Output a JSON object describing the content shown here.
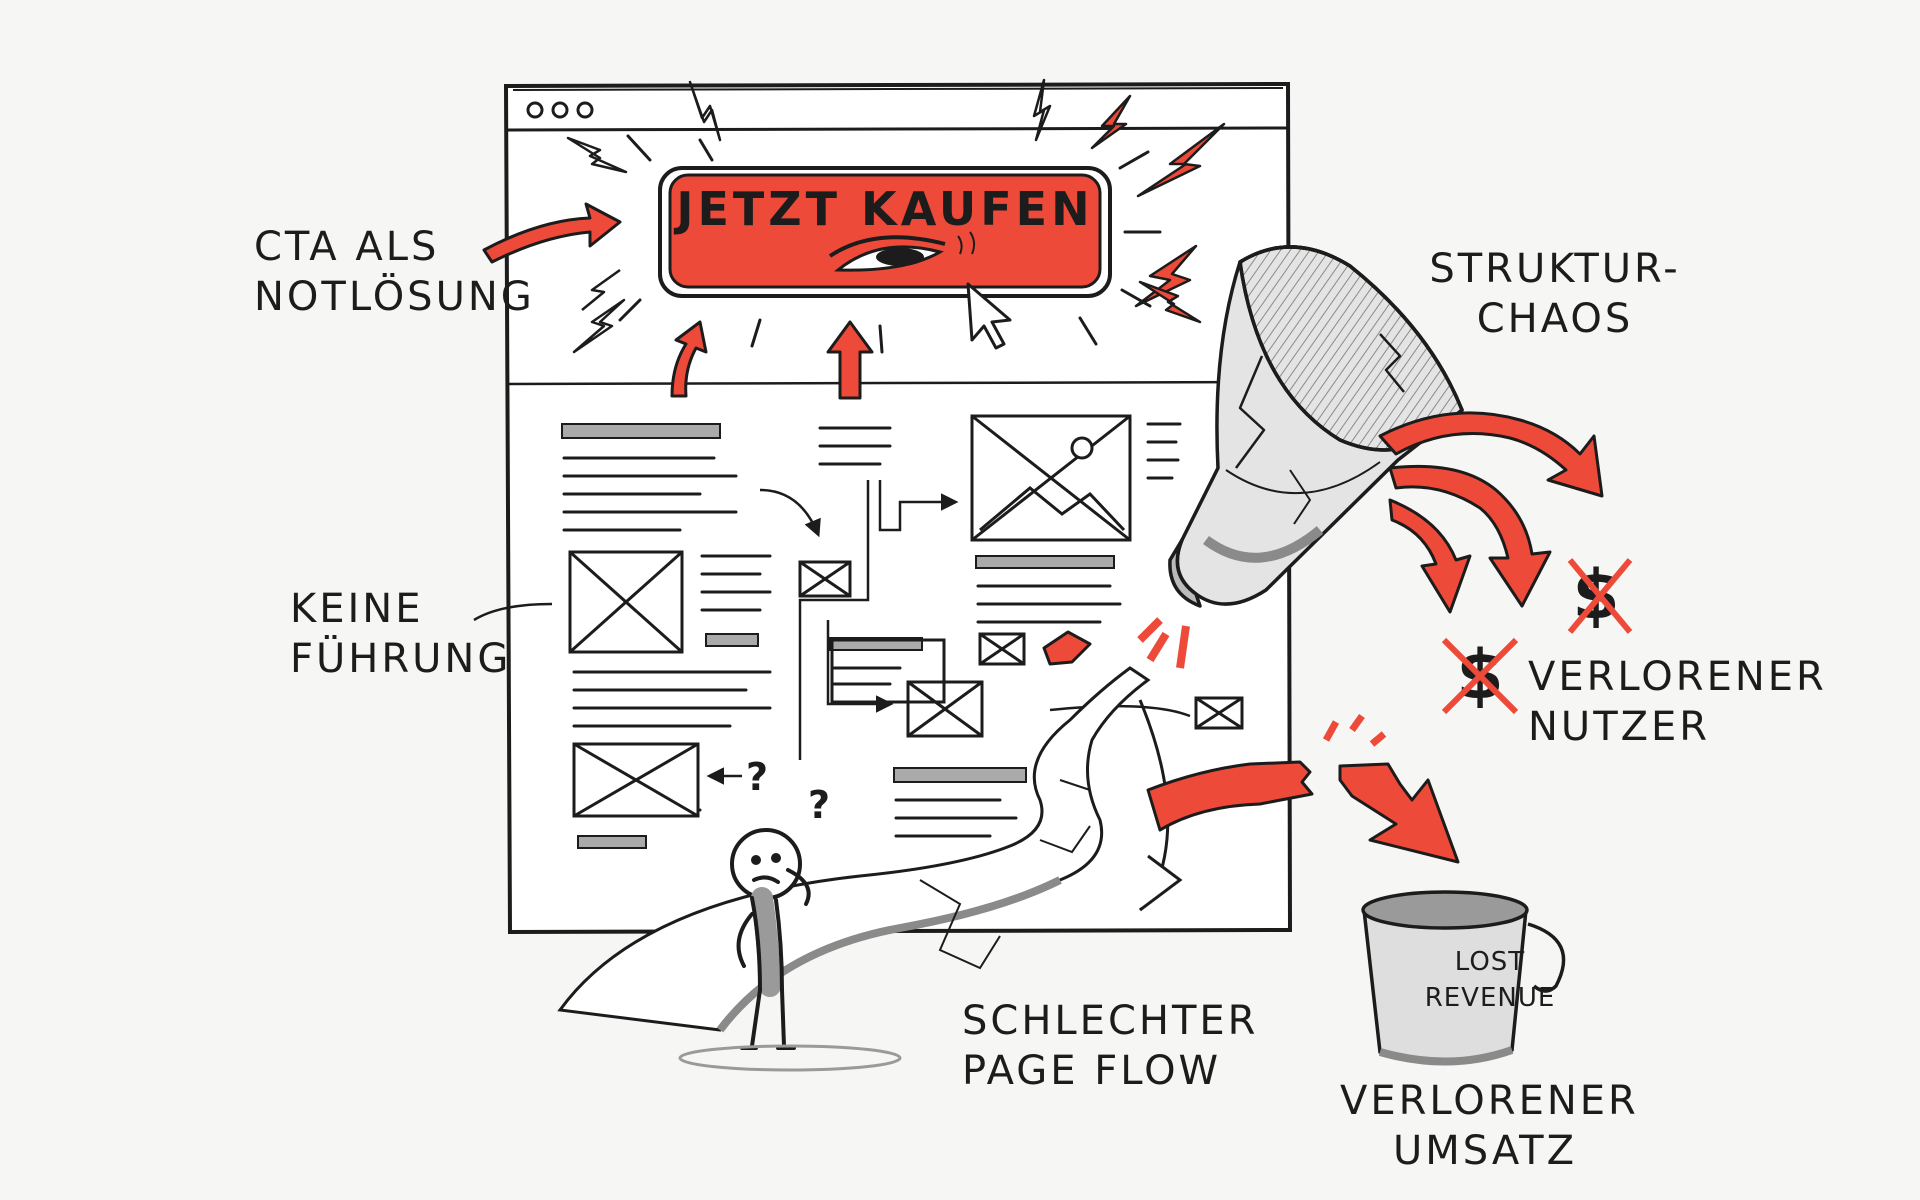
{
  "cta_button": {
    "label": "JETZT KAUFEN"
  },
  "annotations": {
    "cta": [
      "CTA ALS",
      "NOTLÖSUNG"
    ],
    "guidance": [
      "KEINE",
      "FÜHRUNG"
    ],
    "structure": [
      "STRUKTUR-",
      "CHAOS"
    ],
    "users": [
      "VERLORENER",
      "NUTZER"
    ],
    "flow": [
      "SCHLECHTER",
      "PAGE FLOW"
    ],
    "revenue": [
      "VERLORENER",
      "UMSATZ"
    ]
  },
  "bucket": {
    "label": [
      "LOST",
      "REVENUE"
    ]
  },
  "symbols": {
    "question_mark": "?",
    "currency": "$"
  },
  "colors": {
    "accent": "#ee4a3a",
    "ink": "#1c1c1c",
    "paper": "#f6f6f4",
    "shade": "#9a9a9a"
  },
  "icons": [
    "window-dots-icon",
    "image-placeholder-icon",
    "cursor-icon",
    "lightning-icon",
    "funnel-icon",
    "bucket-icon",
    "person-icon",
    "dollar-crossed-icon"
  ]
}
